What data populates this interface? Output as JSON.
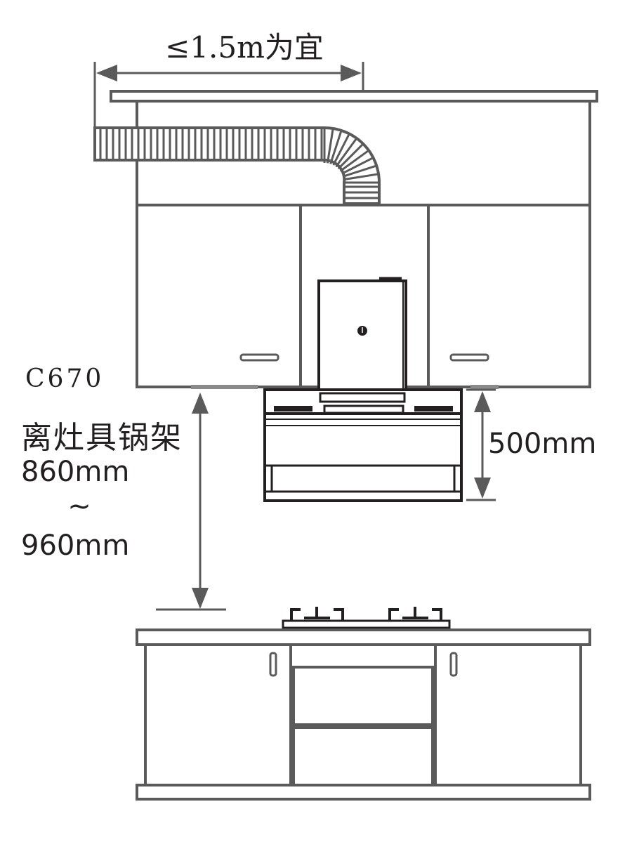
{
  "labels": {
    "duct_length": "≤1.5m为宜",
    "model": "C670",
    "clearance_caption": "离灶具锅架",
    "clearance_min": "860mm",
    "clearance_sep": "~",
    "clearance_max": "960mm",
    "hood_height": "500mm"
  },
  "colors": {
    "stroke": "#5a5a5a",
    "dark": "#231f20",
    "fill_light": "#ffffff"
  }
}
